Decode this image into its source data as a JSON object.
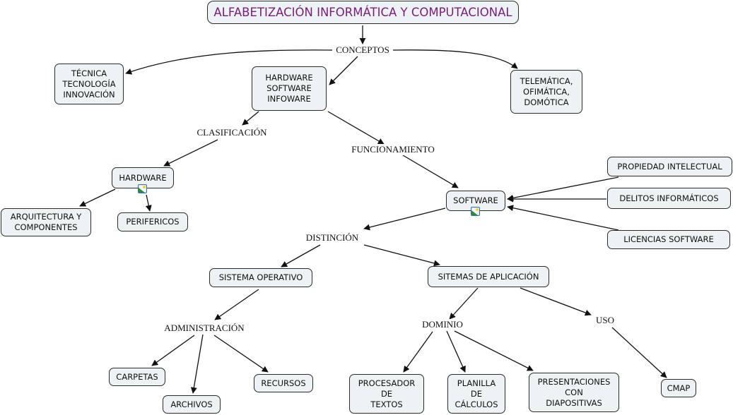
{
  "title": "ALFABETIZACIÓN INFORMÁTICA Y COMPUTACIONAL",
  "colors": {
    "title_text": "#7a1c7d",
    "node_fill": "#edf2f4",
    "node_border": "#2b2b2b",
    "link": "#111111"
  },
  "concepts": {
    "tecnica": "TÉCNICA\nTECNOLOGÍA\nINNOVACIÓN",
    "hw_sw_if": "HARDWARE\nSOFTWARE\nINFOWARE",
    "telematica": "TELEMÁTICA,\nOFIMÁTICA,\nDOMÓTICA",
    "hardware": "HARDWARE",
    "arquitectura": "ARQUITECTURA Y\nCOMPONENTES",
    "perifericos": "PERIFERICOS",
    "software": "SOFTWARE",
    "propiedad": "PROPIEDAD INTELECTUAL",
    "delitos": "DELITOS INFORMÁTICOS",
    "licencias": "LICENCIAS SOFTWARE",
    "sistema_operativo": "SISTEMA OPERATIVO",
    "sistemas_aplicacion": "SITEMAS DE APLICACIÓN",
    "carpetas": "CARPETAS",
    "archivos": "ARCHIVOS",
    "recursos": "RECURSOS",
    "procesador": "PROCESADOR\nDE\nTEXTOS",
    "planilla": "PLANILLA\nDE\nCÁLCULOS",
    "presentaciones": "PRESENTACIONES\nCON\nDIAPOSITIVAS",
    "cmap": "CMAP"
  },
  "linking_phrases": {
    "conceptos": "CONCEPTOS",
    "clasificacion": "CLASIFICACIÓN",
    "funcionamiento": "FUNCIONAMIENTO",
    "distincion": "DISTINCIÓN",
    "administracion": "ADMINISTRACIÓN",
    "dominio": "DOMINIO",
    "uso": "USO"
  },
  "attachments": [
    {
      "concept": "hardware",
      "icon": "image-icon"
    },
    {
      "concept": "software",
      "icon": "image-icon"
    }
  ]
}
